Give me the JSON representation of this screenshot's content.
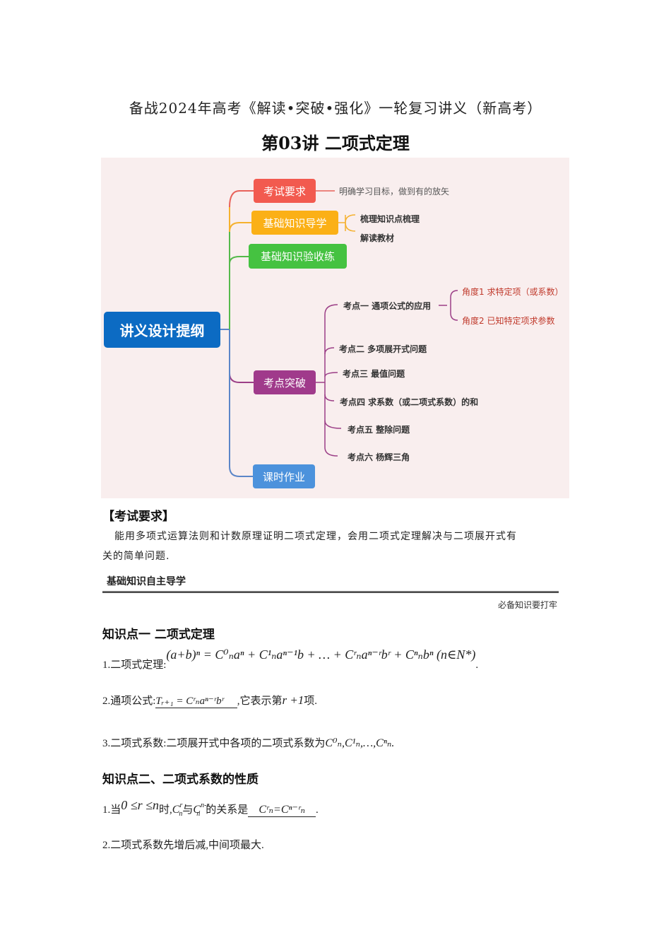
{
  "header": {
    "series_title": "备战2024年高考《解读•突破•强化》一轮复习讲义（新高考）",
    "lecture_title": "第03讲  二项式定理"
  },
  "mindmap": {
    "root": "讲义设计提纲",
    "colors": {
      "background": "#f9eeee",
      "root": "#0c6bc3",
      "red": "#f25a4f",
      "orange": "#fbb016",
      "green": "#45c241",
      "purple": "#a03a8b",
      "blue": "#4c92dc"
    },
    "branches": [
      {
        "label": "考试要求",
        "children": [
          "明确学习目标，做到有的放矢"
        ]
      },
      {
        "label": "基础知识导学",
        "children": [
          "梳理知识点梳理",
          "解读教材"
        ]
      },
      {
        "label": "基础知识验收练",
        "children": []
      },
      {
        "label": "考点突破",
        "children": [
          {
            "label": "考点一 通项公式的应用",
            "children": [
              "角度1 求特定项（或系数）",
              "角度2 已知特定项求参数"
            ]
          },
          {
            "label": "考点二 多项展开式问题"
          },
          {
            "label": "考点三 最值问题"
          },
          {
            "label": "考点四 求系数（或二项式系数）的和"
          },
          {
            "label": "考点五 整除问题"
          },
          {
            "label": "考点六 杨辉三角"
          }
        ]
      },
      {
        "label": "课时作业",
        "children": []
      }
    ]
  },
  "exam_requirements": {
    "heading": "【考试要求】",
    "text_line1": "能用多项式运算法则和计数原理证明二项式定理，会用二项式定理解决与二项展开式有",
    "text_line2": "关的简单问题."
  },
  "banner": {
    "title": "基础知识自主导学",
    "subtitle": "必备知识要打牢"
  },
  "knowledge_point_1": {
    "heading": "知识点一  二项式定理",
    "item1_label": "1.二项式定理:",
    "item1_formula": "(a+b)ⁿ = C⁰ₙaⁿ + C¹ₙaⁿ⁻¹b + … + Cʳₙaⁿ⁻ʳbʳ + Cⁿₙbⁿ (n∈N*)",
    "item2_label": "2.通项公式:",
    "item2_formula": "Tᵣ₊₁ = Cʳₙaⁿ⁻ʳbʳ",
    "item2_suffix": ",它表示第",
    "item2_term": "r +1",
    "item2_end": "项.",
    "item3_text": "3.二项式系数:二项展开式中各项的二项式系数为",
    "item3_formula": "C⁰ₙ,C¹ₙ,…,Cⁿₙ."
  },
  "knowledge_point_2": {
    "heading": "知识点二、二项式系数的性质",
    "item1_prefix": "1.当",
    "item1_condition": "0 ≤r ≤n",
    "item1_mid": "时,",
    "item1_relation_text": "的关系是",
    "item1_answer": "Cʳₙ=Cⁿ⁻ʳₙ",
    "item2_text": "2.二项式系数先增后减,中间项最大."
  }
}
